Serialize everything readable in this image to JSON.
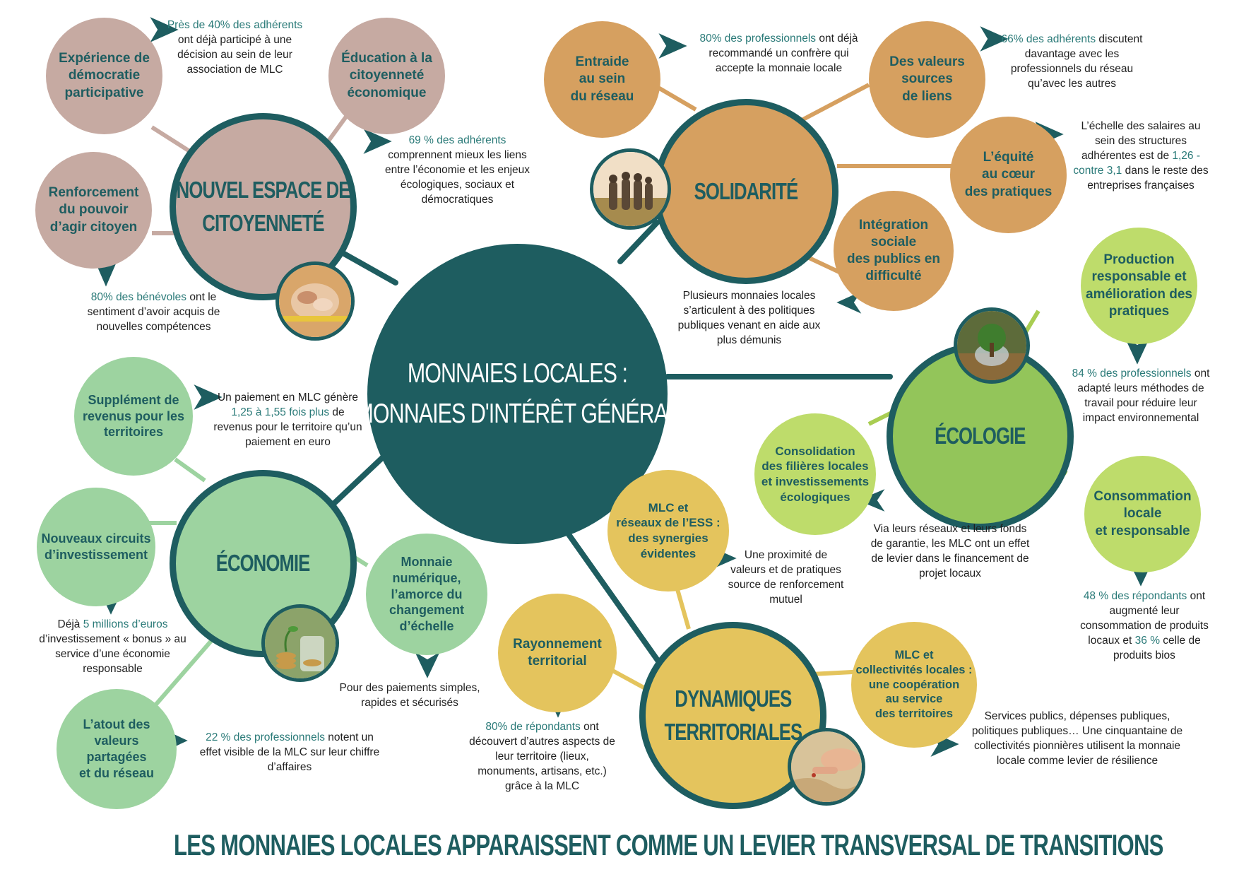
{
  "colors": {
    "dark_teal": "#1e5d60",
    "teal_text": "#2a7a78",
    "highlight": "#3d8f89",
    "citizenship": "#c6aaa2",
    "solidarity": "#d6a060",
    "ecology": "#bedc6b",
    "ecology_hub": "#93c55a",
    "economy": "#9dd3a0",
    "territorial": "#e4c45d"
  },
  "center": {
    "line1": "MONNAIES LOCALES :",
    "line2": "MONNAIES D'INTÉRÊT GÉNÉRAL"
  },
  "hubs": {
    "citizenship": {
      "line1": "NOUVEL ESPACE DE",
      "line2": "CITOYENNETÉ"
    },
    "solidarity": {
      "label": "SOLIDARITÉ"
    },
    "ecology": {
      "label": "ÉCOLOGIE"
    },
    "economy": {
      "label": "ÉCONOMIE"
    },
    "territorial": {
      "line1": "DYNAMIQUES",
      "line2": "TERRITORIALES"
    }
  },
  "sub": {
    "cit_democracy": [
      "Expérience de",
      "démocratie",
      "participative"
    ],
    "cit_education": [
      "Éducation à la",
      "citoyenneté",
      "économique"
    ],
    "cit_power": [
      "Renforcement",
      "du pouvoir",
      "d’agir citoyen"
    ],
    "sol_mutual": [
      "Entraide",
      "au sein",
      "du réseau"
    ],
    "sol_values": [
      "Des valeurs",
      "sources",
      "de liens"
    ],
    "sol_equity": [
      "L’équité",
      "au cœur",
      "des pratiques"
    ],
    "sol_integration": [
      "Intégration",
      "sociale",
      "des publics en",
      "difficulté"
    ],
    "eco_production": [
      "Production",
      "responsable et",
      "amélioration des",
      "pratiques"
    ],
    "eco_consolidation": [
      "Consolidation",
      "des filières locales",
      "et investissements",
      "écologiques"
    ],
    "eco_consumption": [
      "Consommation",
      "locale",
      "et responsable"
    ],
    "econ_income": [
      "Supplément de",
      "revenus pour les",
      "territoires"
    ],
    "econ_circuits": [
      "Nouveaux circuits",
      "d’investissement"
    ],
    "econ_digital": [
      "Monnaie",
      "numérique,",
      "l’amorce du",
      "changement",
      "d’échelle"
    ],
    "econ_values": [
      "L’atout des",
      "valeurs",
      "partagées",
      "et du réseau"
    ],
    "terr_ess": [
      "MLC et",
      "réseaux de l’ESS :",
      "des synergies",
      "évidentes"
    ],
    "terr_radiance": [
      "Rayonnement",
      "territorial"
    ],
    "terr_collectivities": [
      "MLC et",
      "collectivités locales :",
      "une coopération",
      "au service",
      "des territoires"
    ]
  },
  "notes": {
    "n_democracy": {
      "hl": "Près de 40% des adhérents",
      "rest": " ont déjà participé à une décision au sein de leur association de MLC"
    },
    "n_education": {
      "hl": "69 % des adhérents",
      "rest": " comprennent mieux les liens entre l’économie et les enjeux écologiques, sociaux et démocratiques"
    },
    "n_volunteers": {
      "hl": "80% des bénévoles",
      "rest": " ont le sentiment d’avoir acquis de nouvelles compétences"
    },
    "n_mutual": {
      "hl": "80% des professionnels",
      "rest": " ont déjà recommandé un confrère qui accepte la monnaie locale"
    },
    "n_values": {
      "hl": "66% des adhérents",
      "rest": " discutent davantage avec les professionnels du réseau qu’avec les autres"
    },
    "n_equity": {
      "pre": "L’échelle des salaires au sein des structures adhérentes est de ",
      "hl": "1,26 - contre 3,1",
      "rest": " dans le reste des entreprises françaises"
    },
    "n_integration": {
      "text": "Plusieurs monnaies locales s’articulent à des politiques publiques venant en aide aux plus démunis"
    },
    "n_production": {
      "hl": "84 % des professionnels",
      "rest": " ont adapté leurs méthodes de travail pour réduire leur impact environnemental"
    },
    "n_consolidation": {
      "text": "Via leurs réseaux et leurs fonds de garantie, les MLC ont un effet de levier dans le financement de projet locaux"
    },
    "n_consumption": {
      "hl": "48 % des répondants",
      "mid": " ont augmenté leur consommation de produits locaux et ",
      "hl2": "36 %",
      "rest": " celle de produits bios"
    },
    "n_income": {
      "pre": "Un paiement en MLC génère ",
      "hl": "1,25 à 1,55 fois plus",
      "rest": " de revenus pour le territoire qu’un paiement en euro"
    },
    "n_circuits": {
      "pre": "Déjà ",
      "hl": "5 millions d’euros",
      "rest": " d’investissement « bonus » au service d’une économie responsable"
    },
    "n_digital": {
      "text": "Pour des paiements simples, rapides et sécurisés"
    },
    "n_shared": {
      "hl": "22 % des professionnels",
      "rest": " notent un effet visible de la MLC sur leur chiffre d’affaires"
    },
    "n_ess": {
      "text": "Une proximité de valeurs et de pratiques source de renforcement mutuel"
    },
    "n_radiance": {
      "hl": "80% de répondants",
      "rest": " ont découvert d’autres aspects de leur territoire (lieux, monuments, artisans, etc.) grâce à la MLC"
    },
    "n_collectivities": {
      "text": "Services publics, dépenses publiques, politiques publiques… Une cinquantaine de collectivités pionnières utilisent la monnaie locale comme levier de résilience"
    }
  },
  "footer_title": "LES MONNAIES LOCALES APPARAISSENT COMME UN LEVIER TRANSVERSAL DE TRANSITIONS"
}
